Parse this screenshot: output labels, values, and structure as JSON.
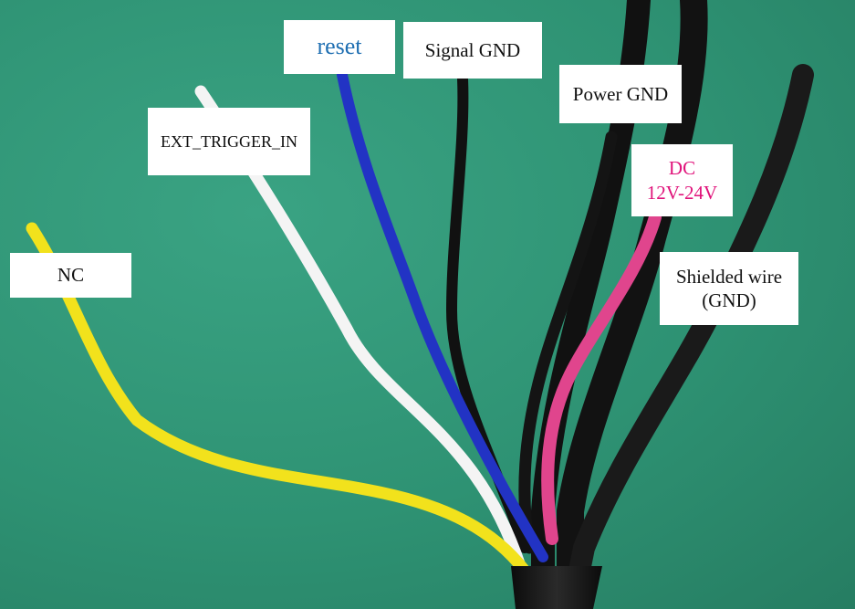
{
  "labels": {
    "reset": {
      "text": "reset",
      "color": "#1f6fb2"
    },
    "signal_gnd": {
      "text": "Signal GND",
      "color": "#111111"
    },
    "power_gnd": {
      "text": "Power GND",
      "color": "#111111"
    },
    "ext_trigger": {
      "text": "EXT_TRIGGER_IN",
      "color": "#111111"
    },
    "dc": {
      "line1": "DC",
      "line2": "12V-24V",
      "color": "#e0127a"
    },
    "nc": {
      "text": "NC",
      "color": "#111111"
    },
    "shielded": {
      "line1": "Shielded wire",
      "line2": "(GND)",
      "color": "#111111"
    }
  },
  "wire_colors": {
    "yellow": "#f2e21c",
    "white": "#f4f4f4",
    "blue": "#2233c4",
    "black": "#141414",
    "pink": "#e0458d",
    "background": "#2f9274"
  }
}
